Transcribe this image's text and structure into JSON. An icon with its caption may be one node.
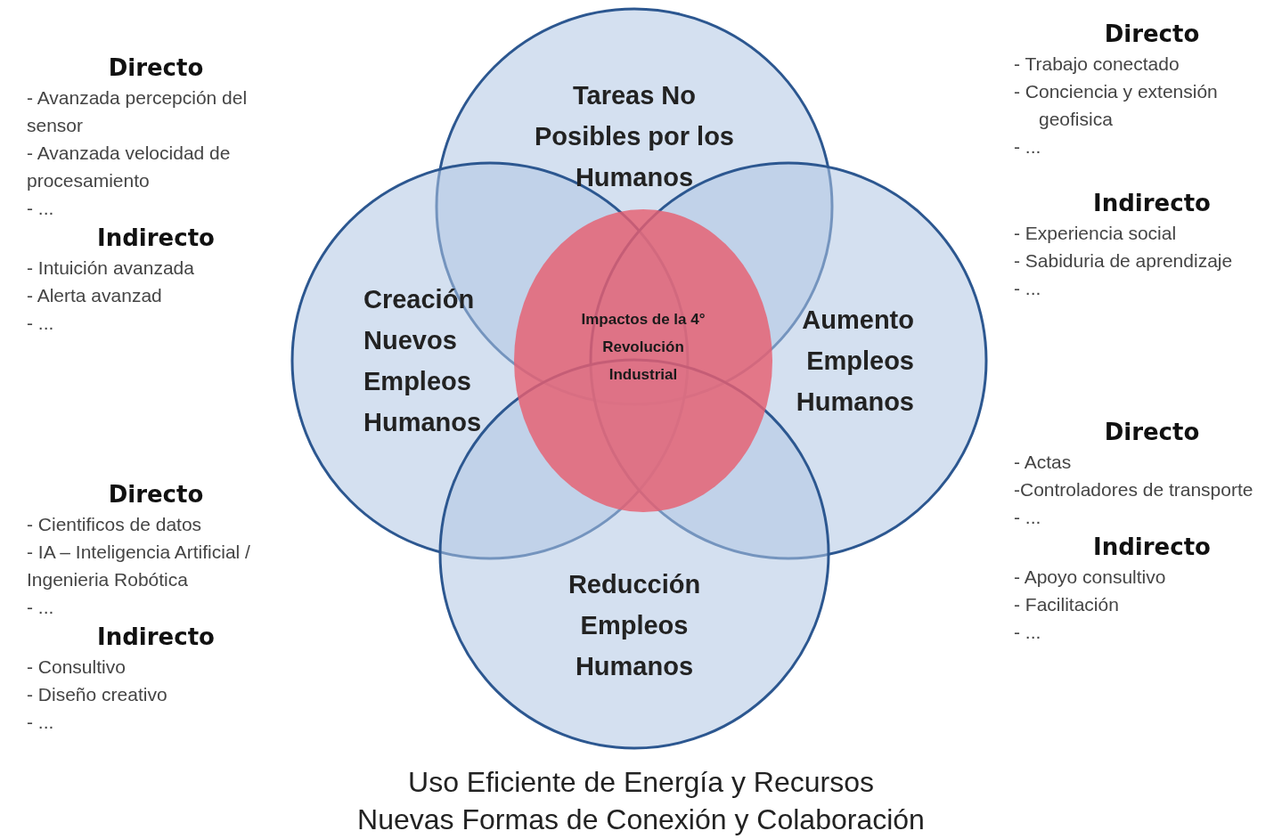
{
  "diagram": {
    "nodes": [
      {
        "text": [
          "Tareas No Posibles por los Humanos"
        ]
      },
      {
        "text": [
          "Creación Nuevos Empleos Humanos"
        ]
      },
      {
        "text": [
          "Aumento Empleos Humanos"
        ]
      },
      {
        "text": [
          "Reducción Empleos Humanos"
        ]
      },
      {
        "text": [
          "Impactos de la 4° Revolución Industrial"
        ]
      }
    ],
    "labels": [
      "Directo",
      "- Avanzada percepción del sensor",
      "- Avanzada velocidad de procesamiento",
      "- ...",
      "Indirecto",
      "- Intuición avanzada",
      "- Alerta avanzad",
      "- ...",
      "Directo",
      "- Trabajo conectado",
      "- Conciencia y extensión geofisica",
      "- ...",
      "Indirecto",
      "- Experiencia social",
      "- Sabiduria de aprendizaje",
      "- ...",
      "Directo",
      "- Cientificos de datos",
      "- IA – Inteligencia Artificial / Ingenieria Robótica",
      "- ...",
      "Indirecto",
      "- Consultivo",
      "- Diseño creativo",
      "- ...",
      "Directo",
      "- Actas",
      "-Controladores de transporte",
      "- ...",
      "Indirecto",
      "- Apoyo consultivo",
      "- Facilitación",
      "- ...",
      "Uso Eficiente de Energía y Recursos",
      "Nuevas Formas de Conexión y Colaboración"
    ]
  }
}
